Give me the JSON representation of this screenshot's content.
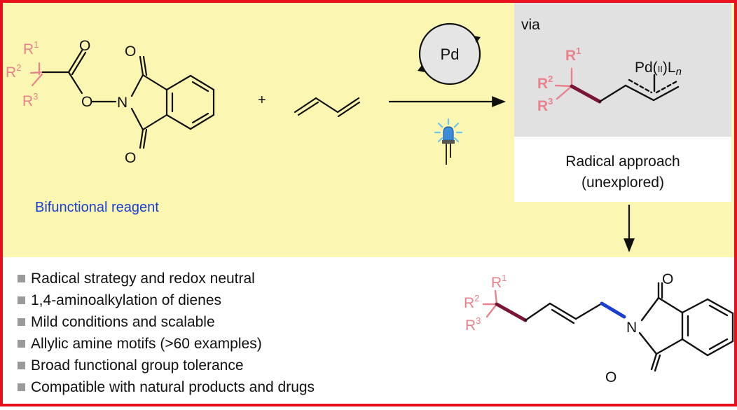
{
  "colors": {
    "panel_yellow": "#fbf7b2",
    "frame_red": "#e8111b",
    "panel_white": "#ffffff",
    "via_gray": "#e1e1e1",
    "r_group_pink": "#e8828d",
    "bond_maroon": "#7a1535",
    "bond_blue": "#1a3fd0",
    "label_blue": "#1a3fd0",
    "bullet_gray": "#9a9a9a",
    "ink": "#111111"
  },
  "reagent": {
    "r1": "R",
    "r1_sup": "1",
    "r2": "R",
    "r2_sup": "2",
    "r3": "R",
    "r3_sup": "3",
    "o_carbonyl": "O",
    "o_ester": "O",
    "n": "N",
    "o_imide_top": "O",
    "o_imide_bottom": "O",
    "label": "Bifunctional reagent"
  },
  "plus": "+",
  "catalyst": {
    "label": "Pd"
  },
  "light_icon": "led-light-icon",
  "via": {
    "title": "via",
    "r1": "R",
    "r1_sup": "1",
    "r2": "R",
    "r2_sup": "2",
    "r3": "R",
    "r3_sup": "3",
    "pd_prefix": "Pd(",
    "pd_ox": "II",
    "pd_suffix": ")L",
    "pd_sub": "n"
  },
  "approach": {
    "line1": "Radical approach",
    "line2": "(unexplored)"
  },
  "features": [
    "Radical strategy and redox neutral",
    "1,4-aminoalkylation of dienes",
    "Mild conditions and scalable",
    "Allylic amine motifs (>60 examples)",
    "Broad functional group tolerance",
    "Compatible with natural products and drugs"
  ],
  "product": {
    "r1": "R",
    "r1_sup": "1",
    "r2": "R",
    "r2_sup": "2",
    "r3": "R",
    "r3_sup": "3",
    "n": "N",
    "o_top": "O",
    "o_bottom": "O"
  }
}
